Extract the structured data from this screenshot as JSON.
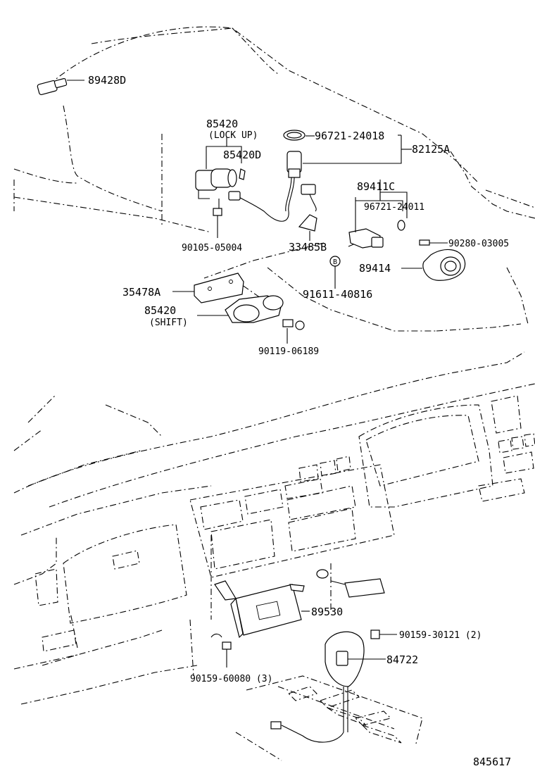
{
  "diagram_id": "845617",
  "part_labels": {
    "p89428D": "89428D",
    "p85420_lockup": "85420",
    "p85420_lockup_note": "(LOCK UP)",
    "p85420D": "85420D",
    "p96721_24018": "96721-24018",
    "p82125A": "82125A",
    "p89411C": "89411C",
    "p96721_24011": "96721-24011",
    "p90105_05004": "90105-05004",
    "p33485B": "33485B",
    "p90280_03005": "90280-03005",
    "p89414": "89414",
    "p35478A": "35478A",
    "p85420_shift": "85420",
    "p85420_shift_note": "(SHIFT)",
    "p91611_40816": "91611-40816",
    "p90119_06189": "90119-06189",
    "p89530": "89530",
    "p90159_30121": "90159-30121 (2)",
    "p84722": "84722",
    "p90159_60080": "90159-60080 (3)"
  },
  "callout_b": "B"
}
